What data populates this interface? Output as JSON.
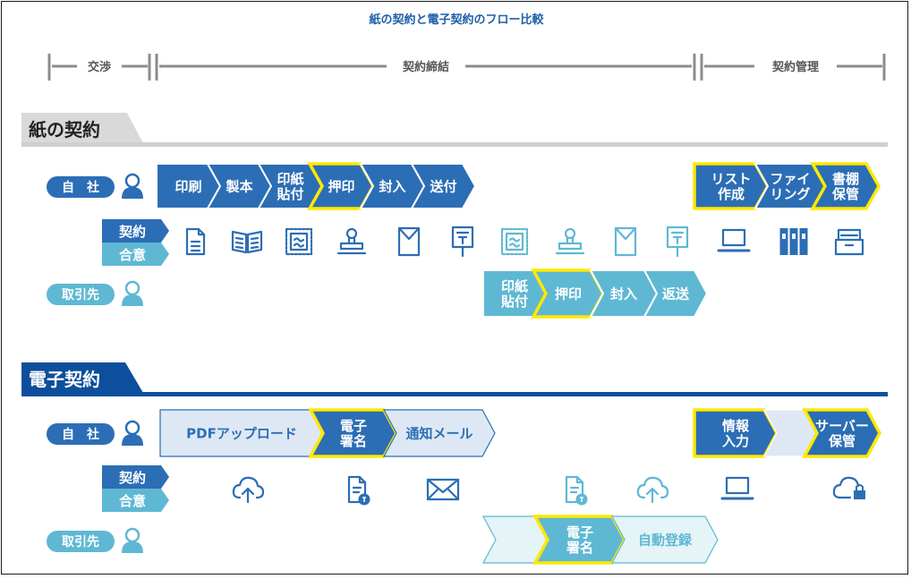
{
  "title": "紙の契約と電子契約のフロー比較",
  "phases": [
    "交渉",
    "契約締結",
    "契約管理"
  ],
  "paper": {
    "section_label": "紙の契約",
    "row_self": "自　社",
    "row_doc": [
      "契約",
      "合意"
    ],
    "row_partner": "取引先",
    "self_steps": [
      "印刷",
      "製本",
      "印紙\n貼付",
      "押印",
      "封入",
      "送付"
    ],
    "self_manage_steps": [
      "リスト\n作成",
      "ファイ\nリング",
      "書棚\n保管"
    ],
    "partner_steps": [
      "印紙\n貼付",
      "押印",
      "封入",
      "返送"
    ],
    "doc_icons": [
      "document-icon",
      "book-icon",
      "stamp-icon",
      "seal-icon",
      "envelope-icon",
      "mailbox-icon",
      "stamp-icon",
      "seal-icon",
      "envelope-icon",
      "mailbox-icon",
      "laptop-icon",
      "binders-icon",
      "file-drawer-icon"
    ]
  },
  "electronic": {
    "section_label": "電子契約",
    "row_self": "自　社",
    "row_doc": [
      "契約",
      "合意"
    ],
    "row_partner": "取引先",
    "self_steps": [
      "PDFアップロード",
      "電子\n署名",
      "通知メール"
    ],
    "self_manage_steps": [
      "情報\n入力",
      "",
      "サーバー\n保管"
    ],
    "partner_steps": [
      "",
      "電子\n署名",
      "自動登録"
    ],
    "doc_icons": [
      "cloud-upload-icon",
      "e-signed-document-icon",
      "mail-icon",
      "e-signed-document-icon",
      "cloud-upload-icon",
      "laptop-icon",
      "cloud-lock-icon"
    ]
  },
  "colors": {
    "blue": "#2c6eb5",
    "light_blue": "#5fb8d3",
    "pale_blue": "#dde8f4",
    "pale_cyan": "#e4f4f7",
    "highlight": "#ffe800",
    "navy": "#0d4f9c",
    "grey": "#8c8c8c"
  }
}
